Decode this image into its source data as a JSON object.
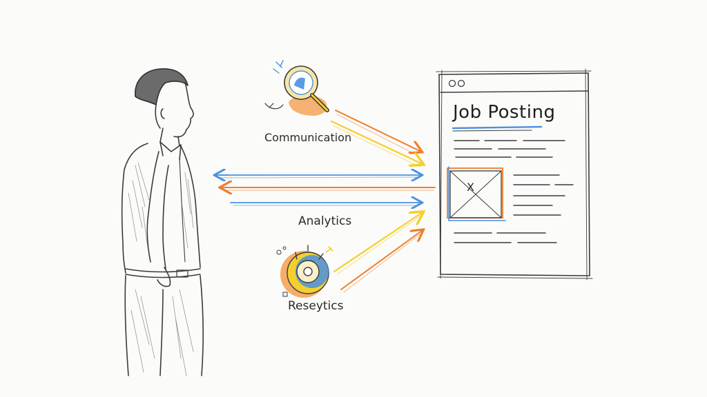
{
  "labels": {
    "communication": "Communication",
    "analytics": "Analytics",
    "reseytics": "Reseytics",
    "job_posting_title": "Job Posting",
    "image_placeholder_mark": "X"
  },
  "colors": {
    "pencil": "#3a3a3a",
    "orange": "#f07d2a",
    "yellow": "#f5cf2e",
    "blue": "#4a90e2",
    "paper": "#fbfbf9"
  },
  "icons": [
    "magnifier-icon",
    "target-gear-icon",
    "person-sketch",
    "browser-window-icon"
  ]
}
